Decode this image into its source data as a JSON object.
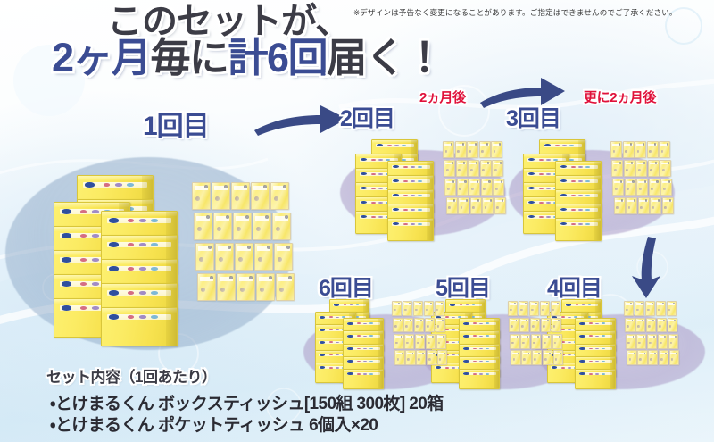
{
  "headline": {
    "line1": "このセットが、",
    "line2_parts": [
      {
        "text": "2ヶ月",
        "color": "blue"
      },
      {
        "text": "毎に",
        "color": "dark"
      },
      {
        "text": "計6回",
        "color": "blue"
      },
      {
        "text": "届く！",
        "color": "dark"
      }
    ],
    "line2_full": "2ヶ月毎に計6回届く！"
  },
  "disclaimer": "※デザインは予告なく変更になることがあります。ご指定はできませんのでご了承ください。",
  "deliveries": [
    {
      "id": "round-1",
      "label": "1回目",
      "interval": null
    },
    {
      "id": "round-2",
      "label": "2回目",
      "interval": "2ヵ月後"
    },
    {
      "id": "round-3",
      "label": "3回目",
      "interval": "更に2ヵ月後"
    },
    {
      "id": "round-4",
      "label": "4回目",
      "interval": null
    },
    {
      "id": "round-5",
      "label": "5回目",
      "interval": null
    },
    {
      "id": "round-6",
      "label": "6回目",
      "interval": null
    }
  ],
  "intervals": {
    "first": "2ヵ月後",
    "second": "更に2ヵ月後"
  },
  "set_contents": {
    "heading": "セット内容（1回あたり）",
    "items": [
      "・とけまるくん ボックスティッシュ[150組 300枚] 20箱",
      "・とけまるくん ポケットティッシュ 6個入×20"
    ]
  },
  "icons": {
    "arrow_right_1": "curved-arrow-right-icon",
    "arrow_right_2": "curved-arrow-right-icon",
    "arrow_down": "curved-arrow-down-icon"
  },
  "colors": {
    "headline_blue": "#3b4c93",
    "headline_dark": "#3c3c46",
    "interval_red": "#e0113a",
    "arrow_navy": "#3a4a86",
    "background_blue": "#dceef8",
    "box_yellow": "#f7e24f",
    "platform_blue": "#92acc9",
    "platform_purple": "#b0a0ca"
  }
}
